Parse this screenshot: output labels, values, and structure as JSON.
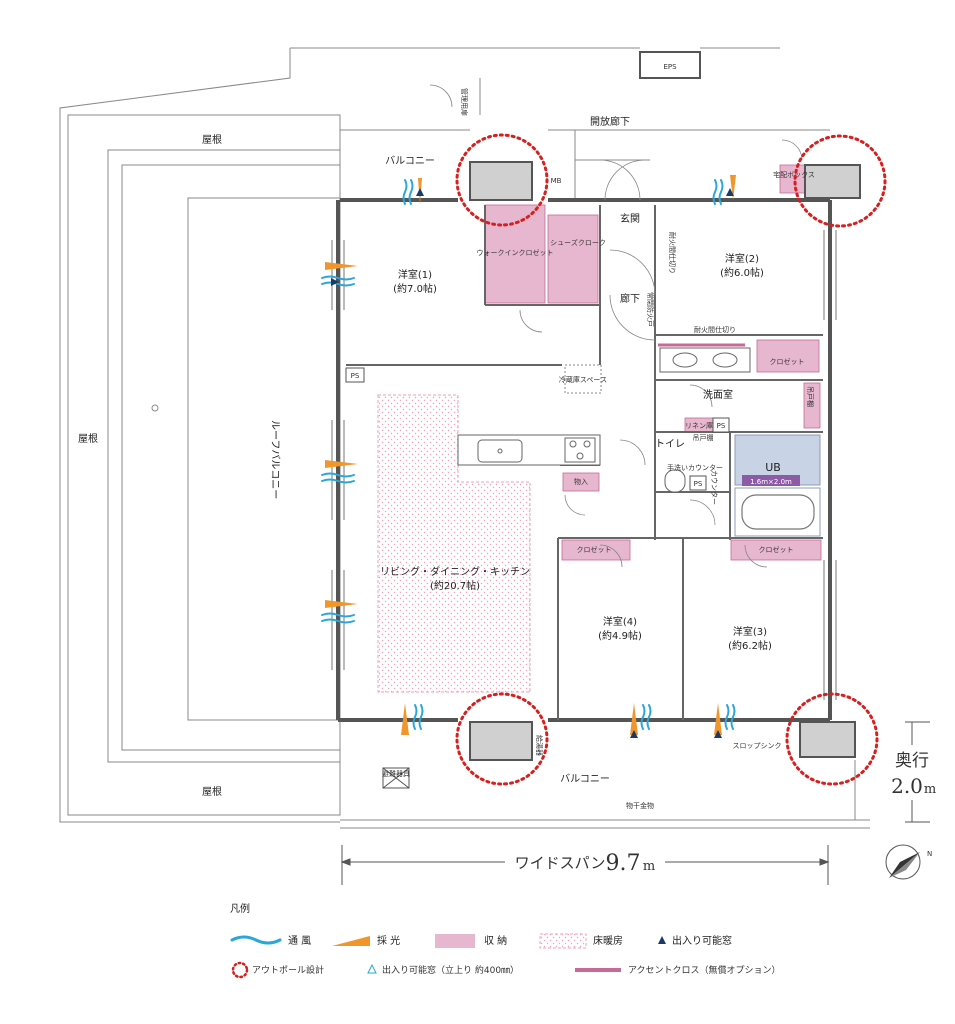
{
  "colors": {
    "storage": "#e7b7cf",
    "accent_cloth": "#c86a98",
    "wind": "#2aa7d9",
    "light": "#f0962a",
    "floor_heat": "#f0a0b8",
    "outpole": "#d62020",
    "wall": "#555555",
    "ub_fill": "#c9d3e6"
  },
  "labels": {
    "corridor": "開放廊下",
    "eps": "EPS",
    "kanri": "管理用扉",
    "roof_top": "屋根",
    "roof_left": "屋根",
    "roof_bottom": "屋根",
    "roof_balcony": "ルーフバルコニー",
    "balcony_top": "バルコニー",
    "balcony_bottom": "バルコニー",
    "mb": "MB",
    "takuhai": "宅配ボックス",
    "genkan": "玄関",
    "rouka": "廊下",
    "walkin": "ウォークインクロゼット",
    "shoes": "シューズクローク",
    "room1_name": "洋室(1)",
    "room1_size": "(約7.0帖)",
    "room2_name": "洋室(2)",
    "room2_size": "(約6.0帖)",
    "room3_name": "洋室(3)",
    "room3_size": "(約6.2帖)",
    "room4_name": "洋室(4)",
    "room4_size": "(約4.9帖)",
    "ldk_name": "リビング・ダイニング・キッチン",
    "ldk_size": "(約20.7帖)",
    "ps": "PS",
    "fridge": "冷蔵庫スペース",
    "monoire": "物入",
    "senmen": "洗面室",
    "toilet": "トイレ",
    "ub": "UB",
    "ub_size": "1.6m×2.0m",
    "closet": "クロゼット",
    "rinen": "リネン庫",
    "tsuri": "吊戸棚",
    "tearai": "手洗いカウンター",
    "counter": "カウンター",
    "taika_shikiri": "耐火間仕切り",
    "taika_door": "常閉防火戸",
    "hinan": "避難器具",
    "kyuto": "給湯器",
    "slop": "スロップシンク",
    "monohoshi": "物干金物",
    "okuyuki_label": "奥行",
    "okuyuki_value": "2.0",
    "okuyuki_unit": "m",
    "span_label": "ワイドスパン",
    "span_value": "9.7",
    "span_unit": "m",
    "north": "N"
  },
  "legend": {
    "title": "凡例",
    "items": [
      {
        "label": "通 風"
      },
      {
        "label": "採 光"
      },
      {
        "label": "収 納"
      },
      {
        "label": "床暖房"
      },
      {
        "label": "出入り可能窓"
      },
      {
        "label": "アウトポール設計"
      },
      {
        "label": "出入り可能窓（立上り 約400㎜）"
      },
      {
        "label": "アクセントクロス（無償オプション）"
      }
    ]
  }
}
